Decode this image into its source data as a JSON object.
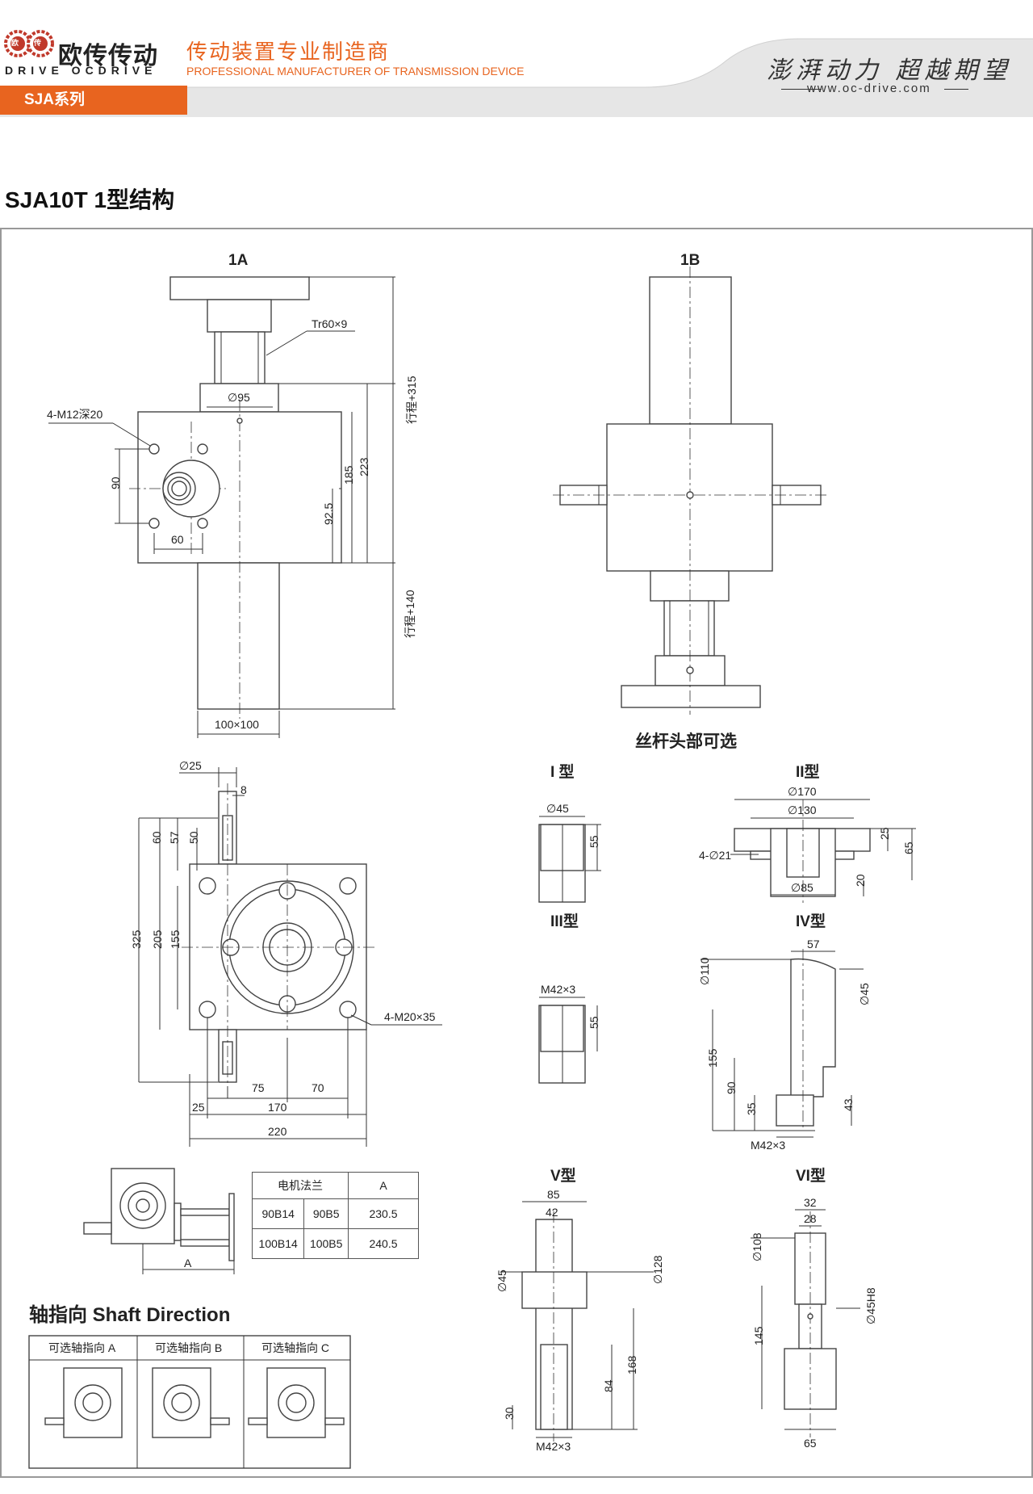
{
  "header": {
    "brand_cn": "欧传传动",
    "brand_en": "DRIVE OCDRIVE",
    "logo_mark_left": "欧",
    "logo_mark_right": "传",
    "slogan_cn": "传动装置专业制造商",
    "slogan_en": "PROFESSIONAL MANUFACTURER OF TRANSMISSION DEVICE",
    "motto": "澎湃动力 超越期望",
    "url": "www.oc-drive.com",
    "series_tab": "SJA系列",
    "accent_color": "#e8641f"
  },
  "page_title": "SJA10T 1型结构",
  "views": {
    "view_1a": {
      "label": "1A",
      "thread": "Tr60×9",
      "bolt": "4-M12深20",
      "dia_95": "∅95",
      "dim_90": "90",
      "dim_60": "60",
      "dim_92_5": "92.5",
      "dim_185": "185",
      "dim_223": "223",
      "stroke_315": "行程+315",
      "stroke_140": "行程+140",
      "tube": "100×100"
    },
    "view_1b": {
      "label": "1B"
    },
    "bottom_view": {
      "dia_25": "∅25",
      "dim_8": "8",
      "dim_60": "60",
      "dim_57": "57",
      "dim_50": "50",
      "dim_325": "325",
      "dim_205": "205",
      "dim_155": "155",
      "bolt": "4-M20×35",
      "dim_75": "75",
      "dim_70": "70",
      "dim_25": "25",
      "dim_170": "170",
      "dim_220": "220"
    },
    "motor_view": {
      "dim_a": "A"
    }
  },
  "motor_table": {
    "headers": [
      "电机法兰",
      "A"
    ],
    "rows": [
      [
        "90B14",
        "90B5",
        "230.5"
      ],
      [
        "100B14",
        "100B5",
        "240.5"
      ]
    ]
  },
  "shaft_direction": {
    "title": "轴指向 Shaft Direction",
    "options": [
      "可选轴指向 A",
      "可选轴指向 B",
      "可选轴指向 C"
    ]
  },
  "screw_heads": {
    "title": "丝杆头部可选",
    "type1": {
      "label": "I 型",
      "dia": "∅45",
      "len": "55"
    },
    "type2": {
      "label": "II型",
      "d170": "∅170",
      "d130": "∅130",
      "holes": "4-∅21",
      "d85": "∅85",
      "d25": "25",
      "d65": "65",
      "d20": "20"
    },
    "type3": {
      "label": "III型",
      "thread": "M42×3",
      "len": "55"
    },
    "type4": {
      "label": "IV型",
      "d57": "57",
      "d110": "∅110",
      "d45": "∅45",
      "d155": "155",
      "d90": "90",
      "d35": "35",
      "d43": "43",
      "thread": "M42×3"
    },
    "type5": {
      "label": "V型",
      "d85": "85",
      "d42": "42",
      "d128": "∅128",
      "d45": "∅45",
      "d168": "168",
      "d84": "84",
      "d30": "30",
      "thread": "M42×3"
    },
    "type6": {
      "label": "VI型",
      "d32": "32",
      "d28": "28",
      "d108": "∅108",
      "d45h8": "∅45H8",
      "d145": "145",
      "d65": "65"
    }
  }
}
